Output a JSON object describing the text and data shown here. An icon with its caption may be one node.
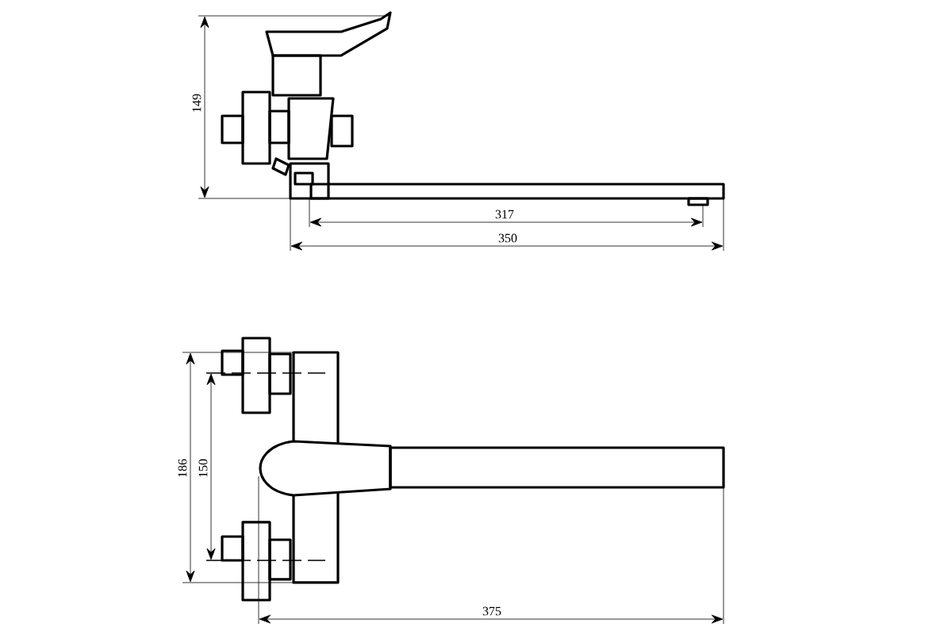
{
  "diagram": {
    "labels": [
      "149",
      "317",
      "350",
      "186",
      "150",
      "375"
    ]
  }
}
